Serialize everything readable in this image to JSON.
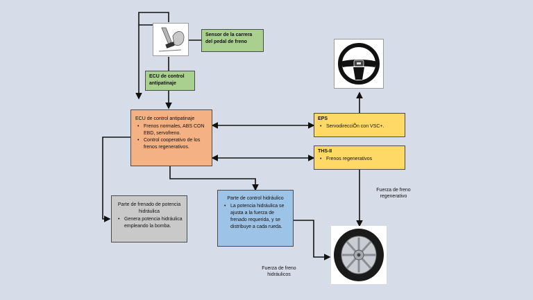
{
  "boxes": {
    "sensor": {
      "line1": "Sensor de la carrera",
      "line2": "del pedal de freno"
    },
    "ecu_small": {
      "line1": "ECU de control",
      "line2": "antipatinaje"
    },
    "ecu_main": {
      "title": "ECU de control antipatinaje",
      "items": [
        "Frenos normales, ABS CON EBD, servofreno.",
        "Control cooperativo de los frenos regenerativos."
      ]
    },
    "eps": {
      "title": "EPS",
      "items": [
        "ServodirecciÕn con VSC+."
      ]
    },
    "ths": {
      "title": "THS-II",
      "items": [
        "Frenos regenerativos"
      ]
    },
    "freno_potencia": {
      "title": "Parte de frenado de potencia hidráulica",
      "items": [
        "Genera potencia hidráulica empleando la bomba."
      ]
    },
    "control_hidraulico": {
      "title": "Parte de control hidráulico",
      "items": [
        "La potencia hidráulica se ajusta a la fuerza de frenado requerida, y se distribuye a cada rueda."
      ]
    }
  },
  "labels": {
    "regen": {
      "line1": "Fuerza de freno",
      "line2": "regenerativo"
    },
    "hidra": {
      "line1": "Fuerza de freno",
      "line2": "hidráulicos"
    }
  },
  "images": {
    "pedal": "brake-pedal-icon",
    "steering": "steering-wheel-icon",
    "wheel": "car-wheel-icon"
  },
  "colors": {
    "background": "#d6dde9",
    "green": "#a9d08e",
    "orange": "#f4b183",
    "yellow": "#ffd966",
    "gray": "#c9c9c9",
    "blue": "#9dc3e6"
  }
}
